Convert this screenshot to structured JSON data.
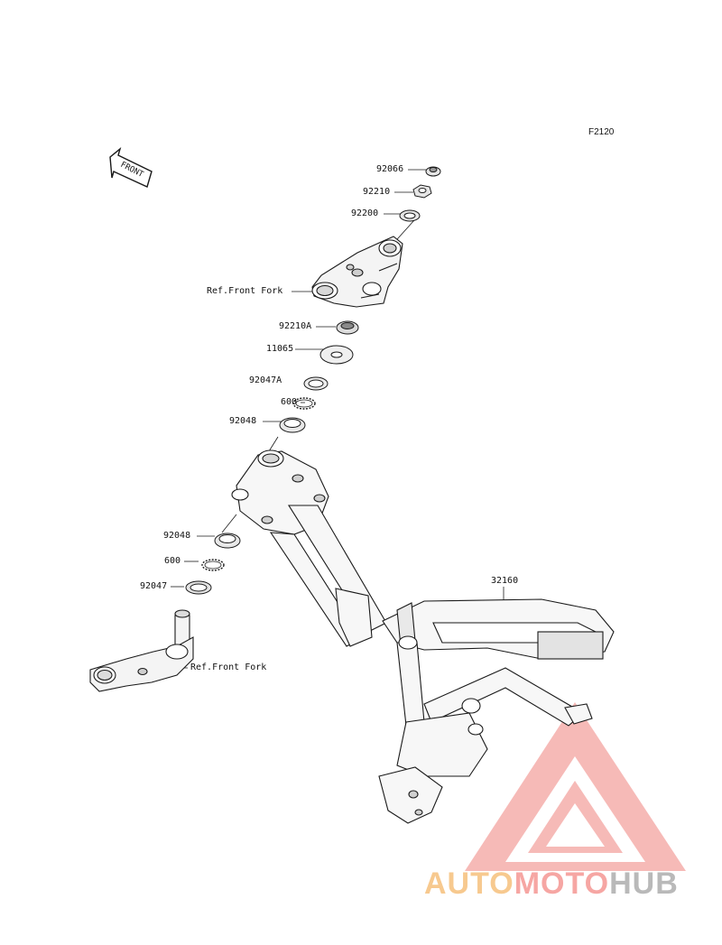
{
  "figure_code": "F2120",
  "front_arrow_label": "FRONT",
  "parts": {
    "p92066": "92066",
    "p92210": "92210",
    "p92200": "92200",
    "ref_front_fork_upper": "Ref.Front Fork",
    "p92210A": "92210A",
    "p11065": "11065",
    "p92047A": "92047A",
    "p600_upper": "600",
    "p92048_upper": "92048",
    "p92048_lower": "92048",
    "p600_lower": "600",
    "p92047": "92047",
    "ref_front_fork_lower": "Ref.Front Fork",
    "p32160": "32160"
  },
  "watermark": {
    "part1": "AUTO",
    "part2": "MOTO",
    "part3": "HUB"
  },
  "colors": {
    "line": "#1a1a1a",
    "watermark_red": "#f4a3a0",
    "watermark_orange": "#f7c98f",
    "watermark_gray": "#b9b9b9"
  }
}
